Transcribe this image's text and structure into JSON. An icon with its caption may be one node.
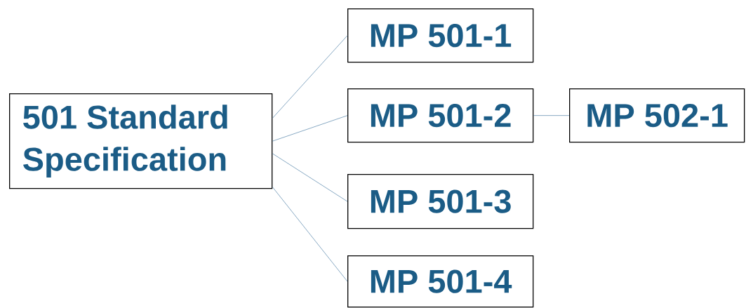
{
  "diagram": {
    "nodes": [
      {
        "text": [
          "501 Standard Specification"
        ]
      },
      {
        "text": [
          "MP 501-1"
        ]
      },
      {
        "text": [
          "MP 501-2"
        ]
      },
      {
        "text": [
          "MP 502-1"
        ]
      },
      {
        "text": [
          "MP 501-3"
        ]
      },
      {
        "text": [
          "MP 501-4"
        ]
      }
    ],
    "edges": [
      {
        "from": 0,
        "to": 1,
        "arrow": "none"
      },
      {
        "from": 0,
        "to": 2,
        "arrow": "none"
      },
      {
        "from": 2,
        "to": 3,
        "arrow": "none"
      },
      {
        "from": 0,
        "to": 4,
        "arrow": "none"
      },
      {
        "from": 0,
        "to": 5,
        "arrow": "none"
      }
    ]
  }
}
